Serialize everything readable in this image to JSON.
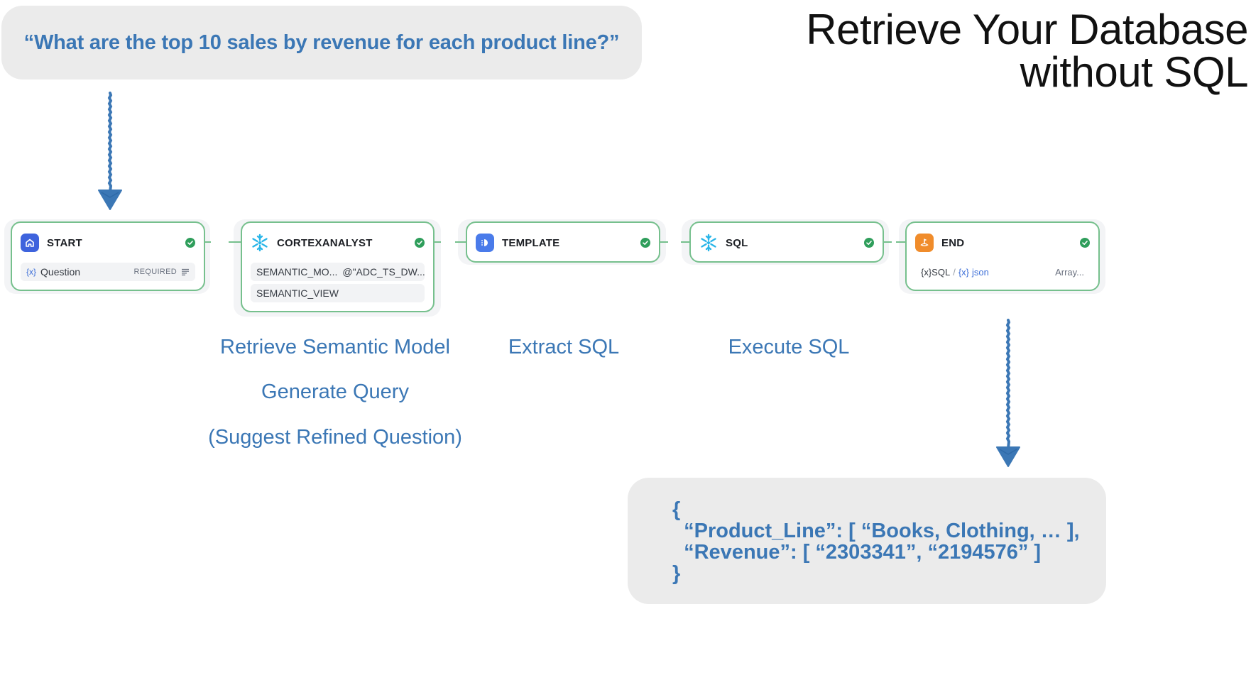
{
  "question": "“What are the top 10 sales by revenue for each product line?”",
  "title": {
    "line1": "Retrieve Your Database",
    "line2": "without SQL"
  },
  "nodes": {
    "start": {
      "title": "START",
      "icon": "home-icon",
      "icon_color": "#3e63dd",
      "var_marker": "{x}",
      "field": "Question",
      "badge": "REQUIRED"
    },
    "cortex": {
      "title": "CORTEXANALYST",
      "icon": "snowflake-icon",
      "icon_color": "#29b5e8",
      "param_name": "SEMANTIC_MO...",
      "param_value": "@\"ADC_TS_DW...",
      "param2": "SEMANTIC_VIEW"
    },
    "template": {
      "title": "TEMPLATE",
      "icon": "template-icon",
      "icon_color": "#4a7bea"
    },
    "sql": {
      "title": "SQL",
      "icon": "snowflake-icon",
      "icon_color": "#29b5e8"
    },
    "end": {
      "title": "END",
      "icon": "flag-icon",
      "icon_color": "#f08c2b",
      "var1": "{x}SQL",
      "sep": "/",
      "var2_marker": "{x}",
      "var2": "json",
      "type": "Array..."
    }
  },
  "step_labels": {
    "cortex_1": "Retrieve Semantic Model",
    "cortex_2": "Generate Query",
    "cortex_3": "(Suggest Refined Question)",
    "template": "Extract SQL",
    "sql": "Execute SQL"
  },
  "result": {
    "line1": "{",
    "line2": "  “Product_Line”: [ “Books, Clothing, … ],",
    "line3": "  “Revenue”: [ “2303341”, “2194576” ]",
    "line4": "}"
  },
  "colors": {
    "accent_blue": "#3b77b5",
    "node_border": "#76c08d",
    "bubble_bg": "#ebebeb",
    "check_green": "#2f9e5b"
  }
}
